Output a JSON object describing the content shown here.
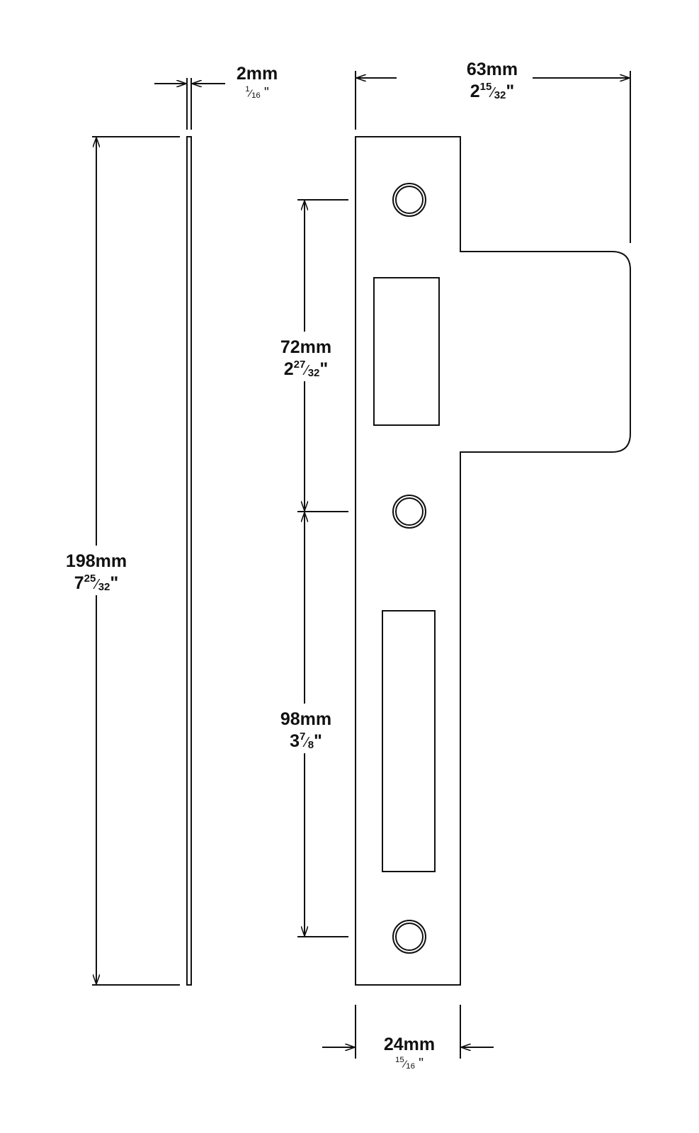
{
  "dimensions": {
    "thickness": {
      "metric": "2mm",
      "whole": "",
      "num": "1",
      "den": "16",
      "unit": "\""
    },
    "overall_width": {
      "metric": "63mm",
      "whole": "2",
      "num": "15",
      "den": "32",
      "unit": "\""
    },
    "top_spacing": {
      "metric": "72mm",
      "whole": "2",
      "num": "27",
      "den": "32",
      "unit": "\""
    },
    "total_height": {
      "metric": "198mm",
      "whole": "7",
      "num": "25",
      "den": "32",
      "unit": "\""
    },
    "bottom_spacing": {
      "metric": "98mm",
      "whole": "3",
      "num": "7",
      "den": "8",
      "unit": "\""
    },
    "plate_width": {
      "metric": "24mm",
      "whole": "",
      "num": "15",
      "den": "16",
      "unit": "\""
    }
  },
  "colors": {
    "line": "#111111",
    "background": "#ffffff"
  }
}
